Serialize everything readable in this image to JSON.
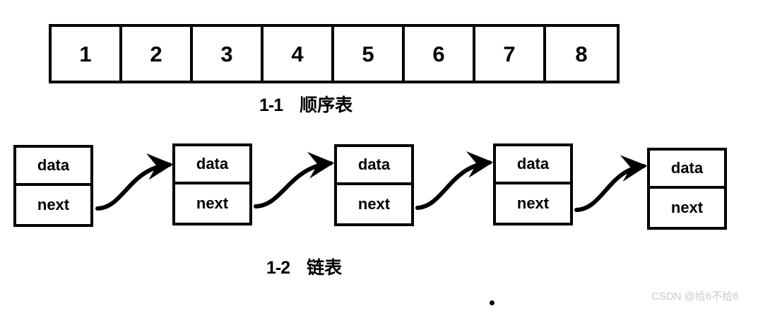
{
  "figure": {
    "sequential_list": {
      "label": "array-cells",
      "cells": [
        "1",
        "2",
        "3",
        "4",
        "5",
        "6",
        "7",
        "8"
      ],
      "caption_number": "1-1",
      "caption_text": "顺序表"
    },
    "linked_list": {
      "caption_number": "1-2",
      "caption_text": "链表",
      "nodes": [
        {
          "data_label": "data",
          "next_label": "next"
        },
        {
          "data_label": "data",
          "next_label": "next"
        },
        {
          "data_label": "data",
          "next_label": "next"
        },
        {
          "data_label": "data",
          "next_label": "next"
        },
        {
          "data_label": "data",
          "next_label": "next"
        }
      ],
      "arrows": [
        {
          "name": "pointer-arrow-1"
        },
        {
          "name": "pointer-arrow-2"
        },
        {
          "name": "pointer-arrow-3"
        },
        {
          "name": "pointer-arrow-4"
        }
      ]
    }
  },
  "watermark": {
    "text": "CSDN @给6不给6"
  },
  "colors": {
    "stroke": "#000000",
    "background": "#ffffff",
    "watermark": "#c9c9c9"
  }
}
